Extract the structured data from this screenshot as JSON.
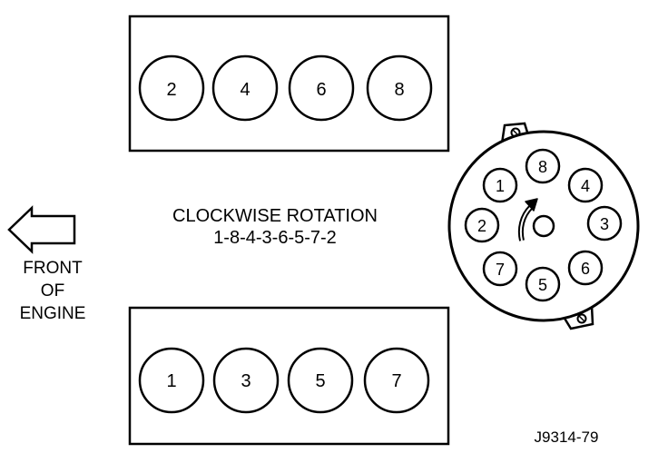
{
  "title": "CLOCKWISE ROTATION",
  "firing_order": "1-8-4-3-6-5-7-2",
  "front_label": [
    "FRONT",
    "OF",
    "ENGINE"
  ],
  "figure_id": "J9314-79",
  "bank_top": [
    "2",
    "4",
    "6",
    "8"
  ],
  "bank_bottom": [
    "1",
    "3",
    "5",
    "7"
  ],
  "distributor_terminals": [
    "8",
    "4",
    "3",
    "6",
    "5",
    "7",
    "2",
    "1"
  ],
  "icons": {
    "front_arrow": "left-arrow-icon",
    "rotation_arrow": "rotation-arrow-icon",
    "hold_down_top": "screw-icon",
    "hold_down_bottom": "screw-icon"
  }
}
